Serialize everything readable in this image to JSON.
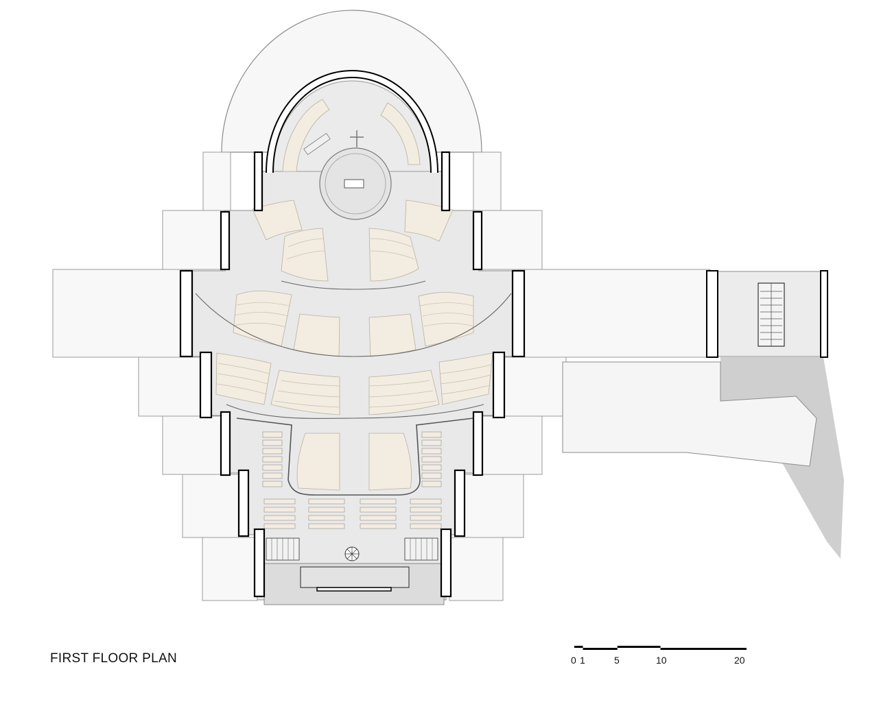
{
  "title": "FIRST FLOOR PLAN",
  "scale_bar": {
    "labels": [
      "0",
      "1",
      "5",
      "10",
      "20"
    ],
    "values": [
      0,
      1,
      5,
      10,
      20
    ]
  },
  "colors": {
    "background": "#ffffff",
    "outline": "#7a7a7a",
    "wall": "#ffffff",
    "floor": "#e6e6e6",
    "seating": "#f3ece0",
    "shadow": "#c9c9c9"
  }
}
